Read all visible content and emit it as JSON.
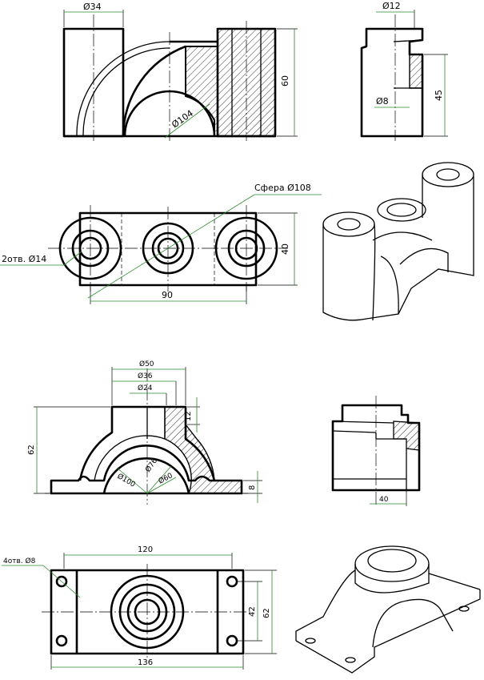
{
  "part1": {
    "front": {
      "d_top": "Ø34",
      "height": "60",
      "r_inner": "Ø104"
    },
    "side": {
      "d_top": "Ø12",
      "height": "45",
      "d_hole": "Ø8"
    },
    "plan": {
      "holes": "2отв. Ø14",
      "length": "90",
      "width": "40",
      "sphere": "Сфера Ø108"
    }
  },
  "part2": {
    "front": {
      "d1": "Ø50",
      "d2": "Ø36",
      "d3": "Ø24",
      "h_boss": "12",
      "height": "62",
      "r_a": "Ø100",
      "r_b": "Ø76",
      "r_c": "Ø60",
      "base_t": "8"
    },
    "side": {
      "width": "40"
    },
    "plan": {
      "holes": "4отв. Ø8",
      "inner_len": "120",
      "total_len": "136",
      "w_inner": "42",
      "w_total": "62"
    }
  }
}
